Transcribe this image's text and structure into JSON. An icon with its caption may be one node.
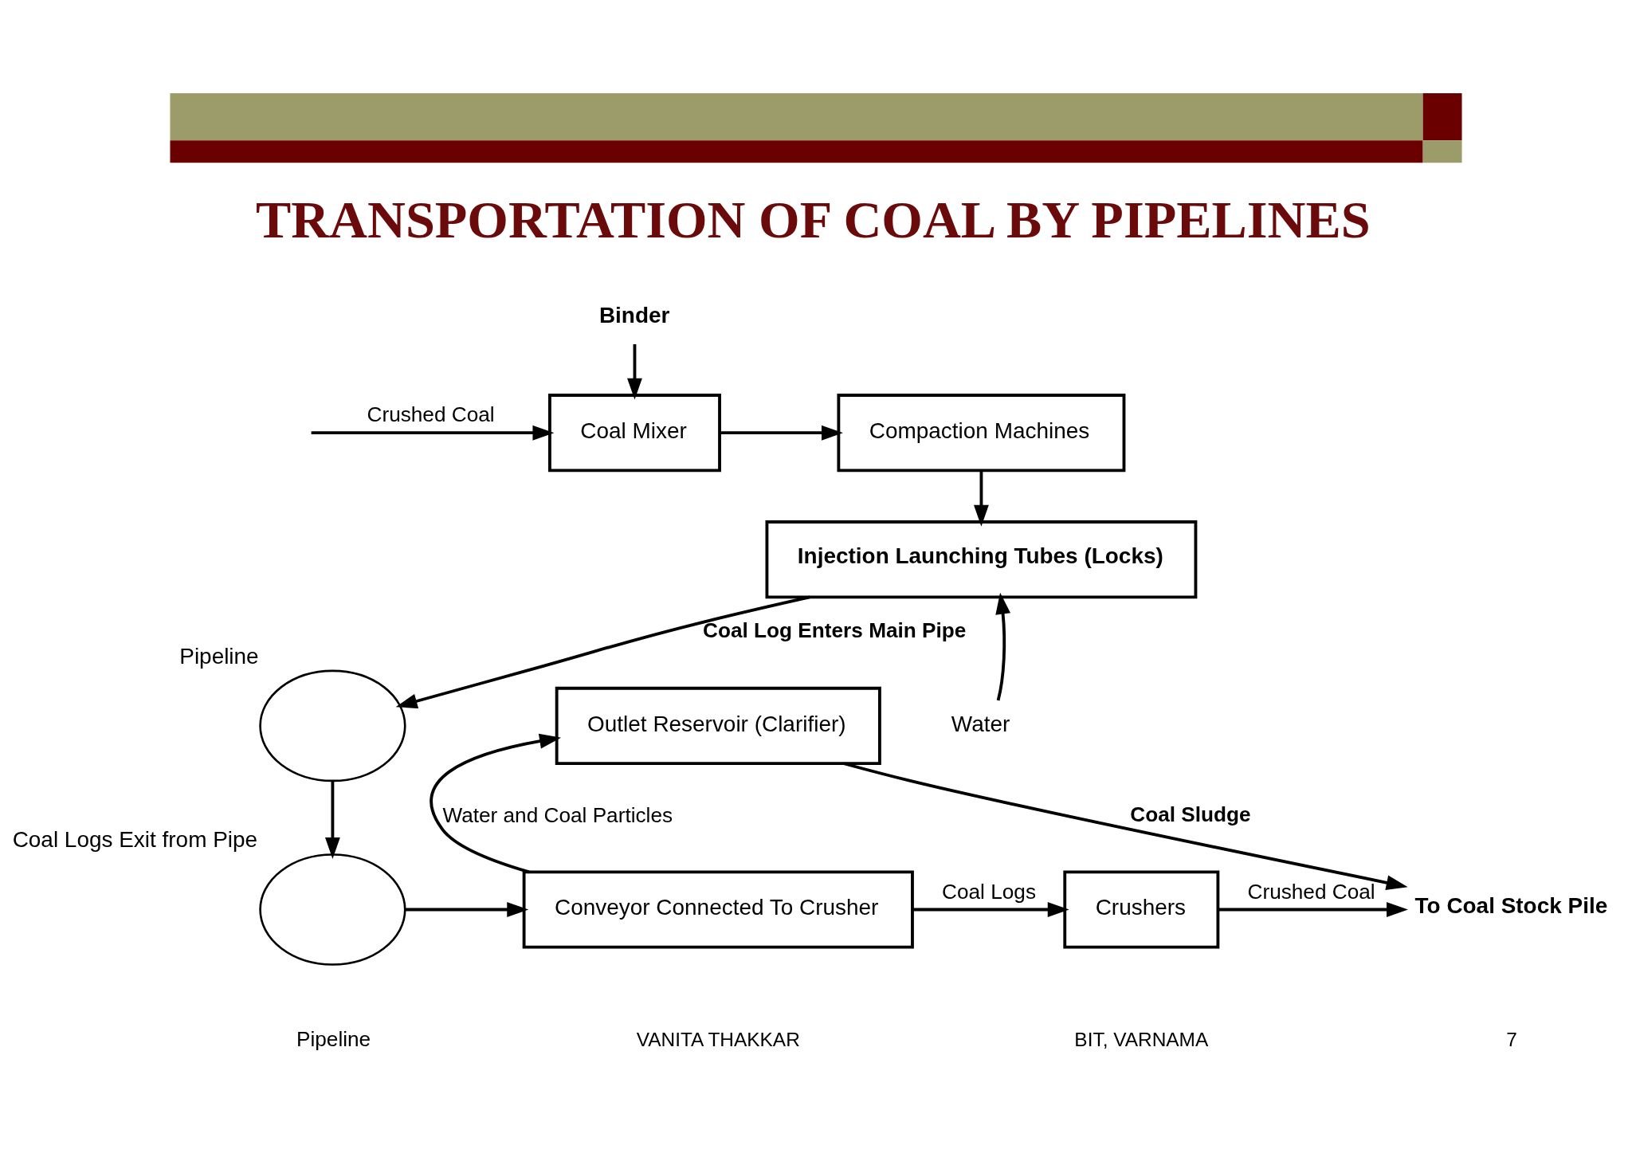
{
  "diagram": {
    "title": "TRANSPORTATION OF COAL BY PIPELINES",
    "nodes": [
      {
        "text": [
          "Binder"
        ]
      },
      {
        "text": [
          "Coal Mixer"
        ]
      },
      {
        "text": [
          "Compaction Machines"
        ]
      },
      {
        "text": [
          "Injection Launching Tubes (Locks)"
        ]
      },
      {
        "text": [],
        "shape": "ellipse",
        "beside": [
          "Pipeline"
        ]
      },
      {
        "text": [
          "Water"
        ]
      },
      {
        "text": [
          "Outlet Reservoir (Clarifier)"
        ]
      },
      {
        "text": [],
        "shape": "ellipse",
        "beside": [
          "Coal Logs Exit from Pipe",
          "Pipeline"
        ]
      },
      {
        "text": [
          "Conveyor Connected To Crusher"
        ]
      },
      {
        "text": [
          "Crushers"
        ]
      },
      {
        "text": [
          "To Coal Stock Pile"
        ]
      }
    ],
    "edges": [
      {
        "from": 0,
        "to": 1,
        "arrow": "to"
      },
      {
        "from": null,
        "to": 1,
        "arrow": "to",
        "label": "Crushed Coal"
      },
      {
        "from": 1,
        "to": 2,
        "arrow": "to"
      },
      {
        "from": 2,
        "to": 3,
        "arrow": "to"
      },
      {
        "from": 3,
        "to": 4,
        "arrow": "to",
        "label": "Coal Log Enters Main Pipe"
      },
      {
        "from": 5,
        "to": 3,
        "arrow": "to"
      },
      {
        "from": 4,
        "to": 7,
        "arrow": "to"
      },
      {
        "from": 7,
        "to": 8,
        "arrow": "to"
      },
      {
        "from": 8,
        "to": 6,
        "arrow": "to",
        "label": "Water and Coal Particles"
      },
      {
        "from": 8,
        "to": 9,
        "arrow": "to",
        "label": "Coal Logs"
      },
      {
        "from": 9,
        "to": 10,
        "arrow": "to",
        "label": "Crushed Coal"
      },
      {
        "from": 6,
        "to": 10,
        "arrow": "to",
        "label": "Coal Sludge"
      }
    ],
    "labels": [
      "VANITA THAKKAR",
      "BIT, VARNAMA",
      "7"
    ]
  }
}
